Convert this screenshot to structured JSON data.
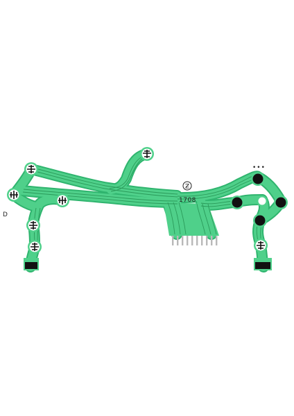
{
  "image": {
    "background": "#ffffff",
    "film_color": "#4fd08a",
    "film_edge": "#2fb46e",
    "trace_color": "#2a9a5a",
    "contact_color": "#111111",
    "silkscreen": {
      "left_mark": "D",
      "code": "1708",
      "logo_glyph": "Ƶ",
      "dots": "•••"
    }
  }
}
